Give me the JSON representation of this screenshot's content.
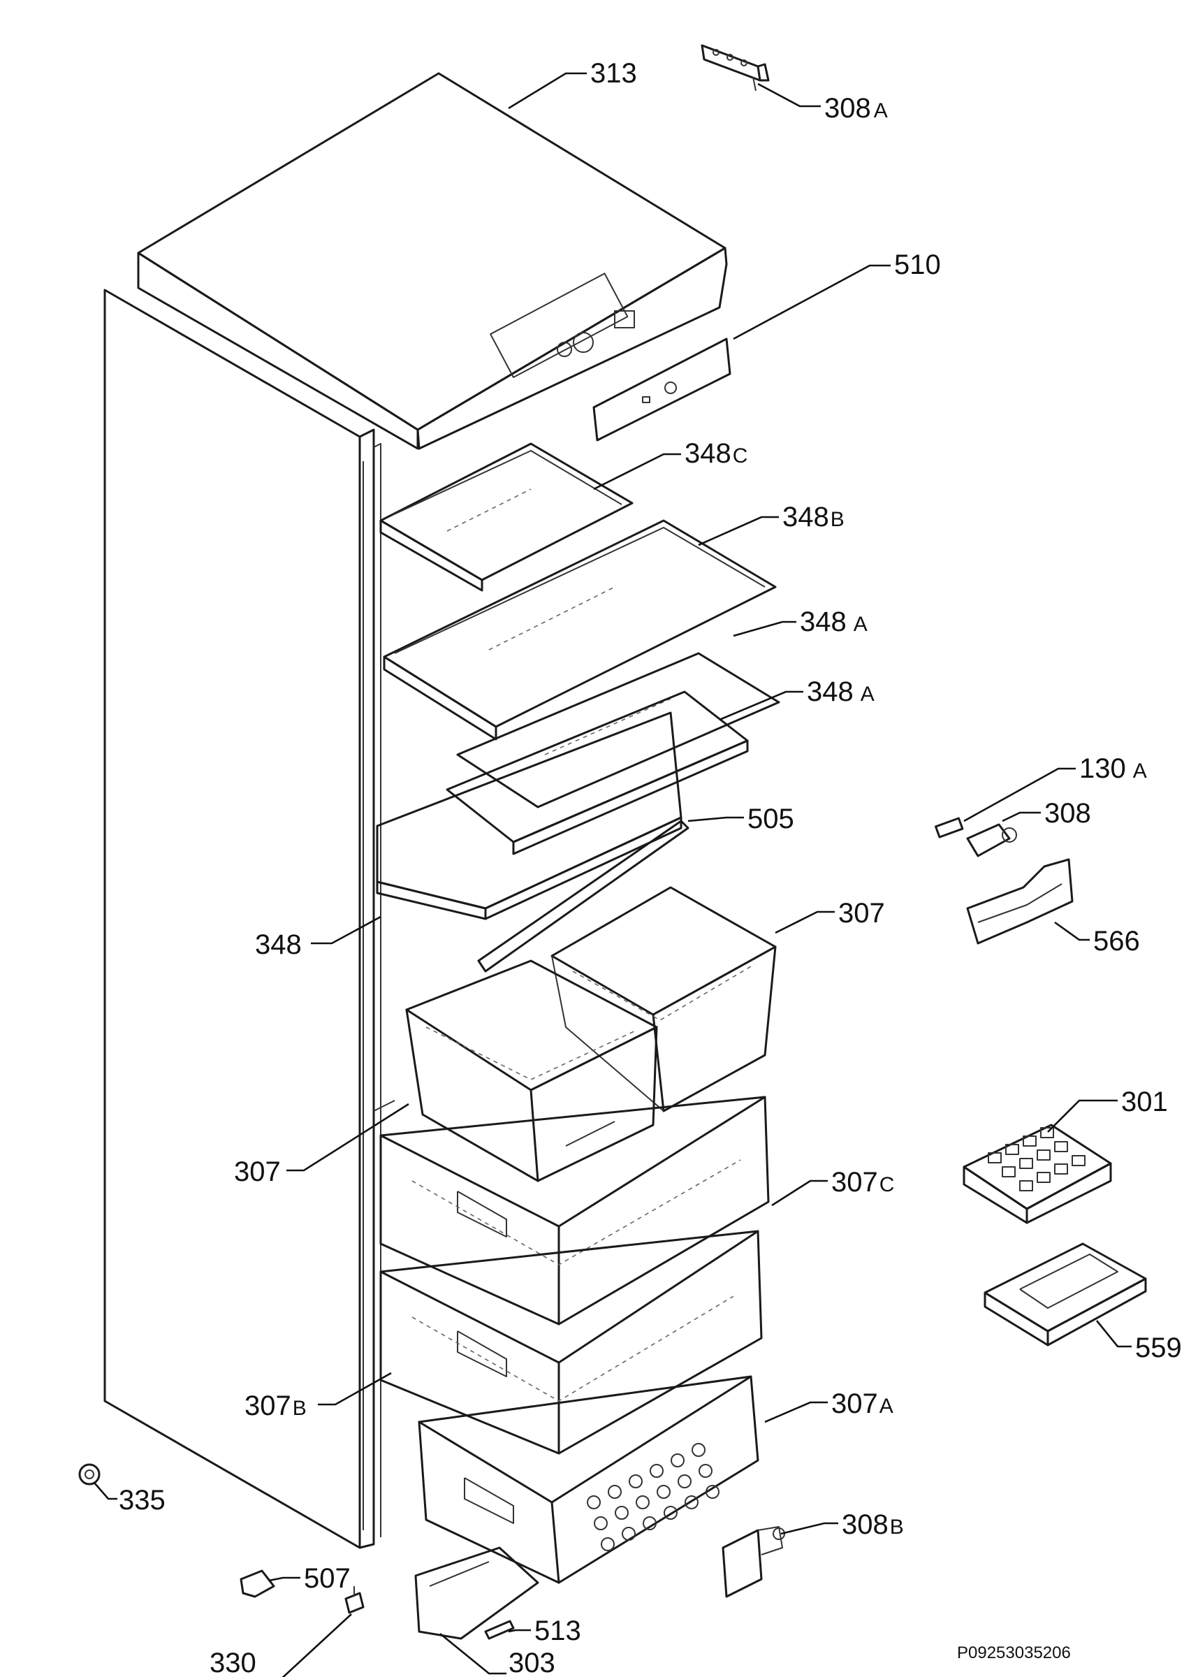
{
  "labels": {
    "l313": "313",
    "l308a": {
      "num": "308",
      "suffix": "A"
    },
    "l510": "510",
    "l348c": {
      "num": "348",
      "suffix": "C"
    },
    "l348b": {
      "num": "348",
      "suffix": "B"
    },
    "l348a1": {
      "num": "348",
      "suffix": "A"
    },
    "l348a2": {
      "num": "348",
      "suffix": "A"
    },
    "l130a": {
      "num": "130",
      "suffix": "A"
    },
    "l308": "308",
    "l505": "505",
    "l566": "566",
    "l307r": "307",
    "l348": "348",
    "l301": "301",
    "l307l": "307",
    "l307c": {
      "num": "307",
      "suffix": "C"
    },
    "l559": "559",
    "l307b": {
      "num": "307",
      "suffix": "B"
    },
    "l307a": {
      "num": "307",
      "suffix": "A"
    },
    "l335": "335",
    "l308b": {
      "num": "308",
      "suffix": "B"
    },
    "l507": "507",
    "l513": "513",
    "l330": "330",
    "l303": "303"
  },
  "drawing_code": "P09253035206"
}
